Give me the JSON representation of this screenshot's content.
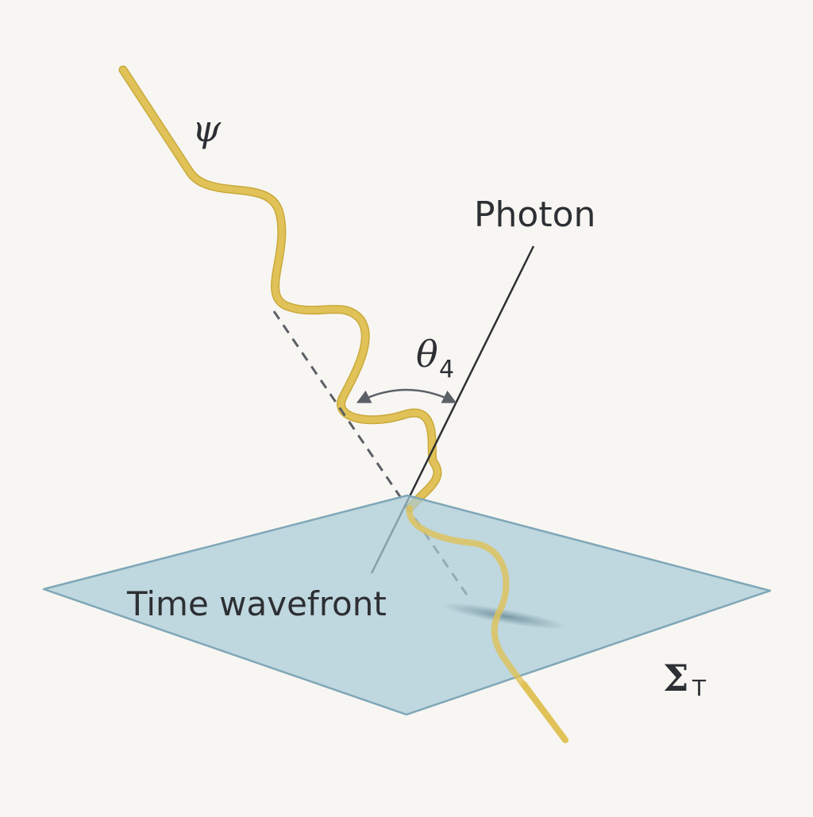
{
  "labels": {
    "psi": "ψ",
    "photon": "Photon",
    "theta_symbol": "θ",
    "theta_subscript": "4",
    "time_wavefront": "Time wavefront",
    "sigma_symbol": "Σ",
    "sigma_subscript": "T"
  },
  "colors": {
    "background": "#f8f6f2",
    "plane_fill": "#a9cad6",
    "plane_stroke": "#7fa7b8",
    "wave": "#e0c258",
    "wave_edge": "#c9a93a",
    "line": "#2c2f33",
    "dashed": "#5b6066",
    "arc": "#5b6066"
  }
}
